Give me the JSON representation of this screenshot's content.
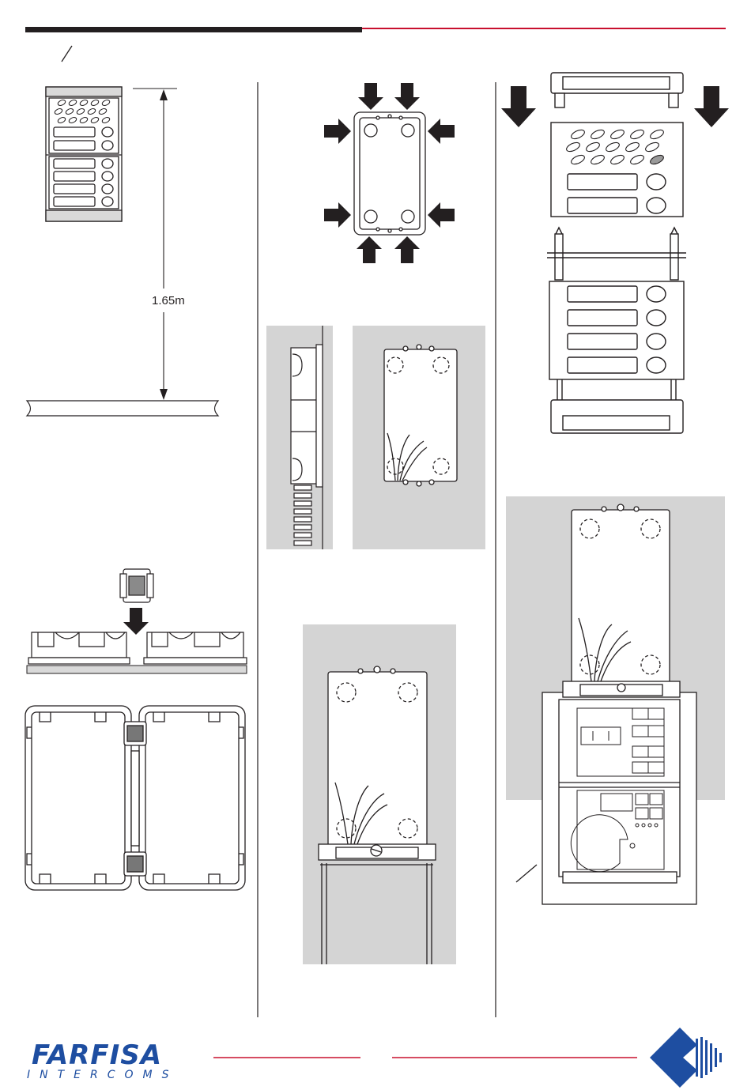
{
  "figure": {
    "height_label": "1.65m"
  },
  "brand": {
    "name": "FARFISA",
    "tagline": "INTERCOMS",
    "color_blue": "#1e4ea1",
    "color_red": "#c8102e"
  }
}
